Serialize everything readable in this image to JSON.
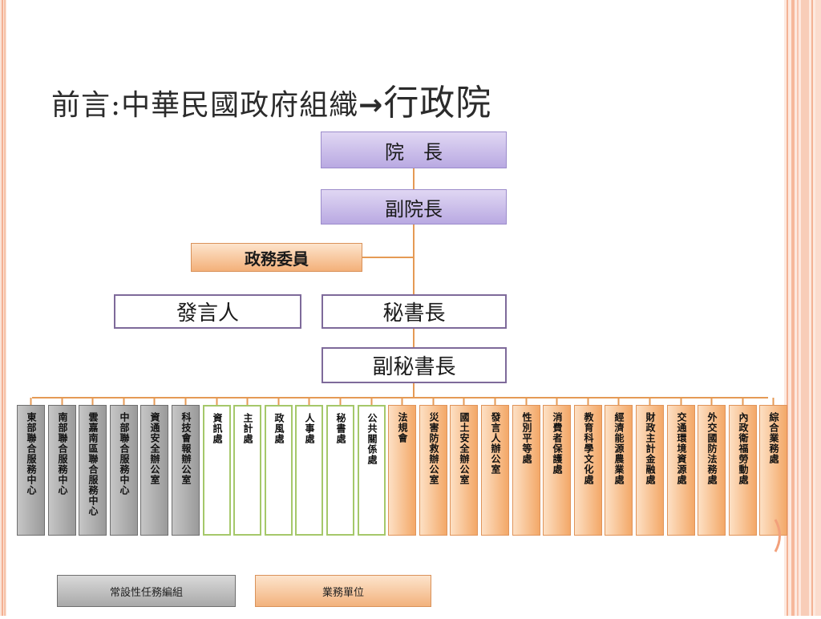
{
  "title": {
    "prefix": "前言:中華民國政府組織",
    "arrow": "→",
    "suffix": "行政院"
  },
  "chart": {
    "premier": "院　長",
    "vice_premier": "副院長",
    "ministers_without_portfolio": "政務委員",
    "spokesperson": "發言人",
    "secretary_general": "秘書長",
    "deputy_secretary_general": "副秘書長",
    "gray_units": [
      "東部聯合服務中心",
      "南部聯合服務中心",
      "雲嘉南區聯合服務中心",
      "中部聯合服務中心",
      "資通安全辦公室",
      "科技會報辦公室"
    ],
    "green_units": [
      "資訊處",
      "主計處",
      "政風處",
      "人事處",
      "秘書處",
      "公共關係處"
    ],
    "orange_units": [
      "法規會",
      "災害防救辦公室",
      "國土安全辦公室",
      "發言人辦公室",
      "性別平等處",
      "消費者保護處",
      "教育科學文化處",
      "經濟能源農業處",
      "財政主計金融處",
      "交通環境資源處",
      "外交國防法務處",
      "內政衛福勞動處",
      "綜合業務處"
    ]
  },
  "legend": {
    "gray_label": "常設性任務編組",
    "orange_label": "業務單位"
  },
  "colors": {
    "frame_orange": "#f2a07b",
    "frame_light": "#f8cdb8",
    "connector": "#e59a55",
    "unit_gray": "#a9a9a9",
    "unit_green": "#a5c86a",
    "unit_orange": "#f3a868",
    "box_purple": "#c6b8ea"
  }
}
